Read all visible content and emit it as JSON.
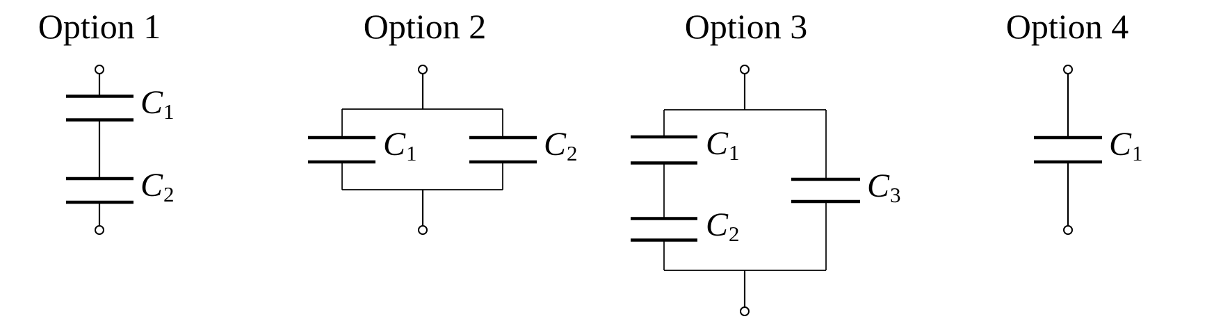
{
  "diagram": {
    "kind": "capacitor-network-options",
    "colors": {
      "stroke": "#000000",
      "background": "#ffffff"
    },
    "options": [
      {
        "title": "Option 1",
        "topology": "two capacitors in series between two terminals",
        "capacitors": [
          {
            "label": "C",
            "subscript": "1"
          },
          {
            "label": "C",
            "subscript": "2"
          }
        ]
      },
      {
        "title": "Option 2",
        "topology": "two capacitors in parallel between two terminals",
        "capacitors": [
          {
            "label": "C",
            "subscript": "1"
          },
          {
            "label": "C",
            "subscript": "2"
          }
        ]
      },
      {
        "title": "Option 3",
        "topology": "series pair C1-C2 in parallel with C3 between two terminals",
        "capacitors": [
          {
            "label": "C",
            "subscript": "1"
          },
          {
            "label": "C",
            "subscript": "2"
          },
          {
            "label": "C",
            "subscript": "3"
          }
        ]
      },
      {
        "title": "Option 4",
        "topology": "single capacitor between two terminals",
        "capacitors": [
          {
            "label": "C",
            "subscript": "1"
          }
        ]
      }
    ]
  }
}
